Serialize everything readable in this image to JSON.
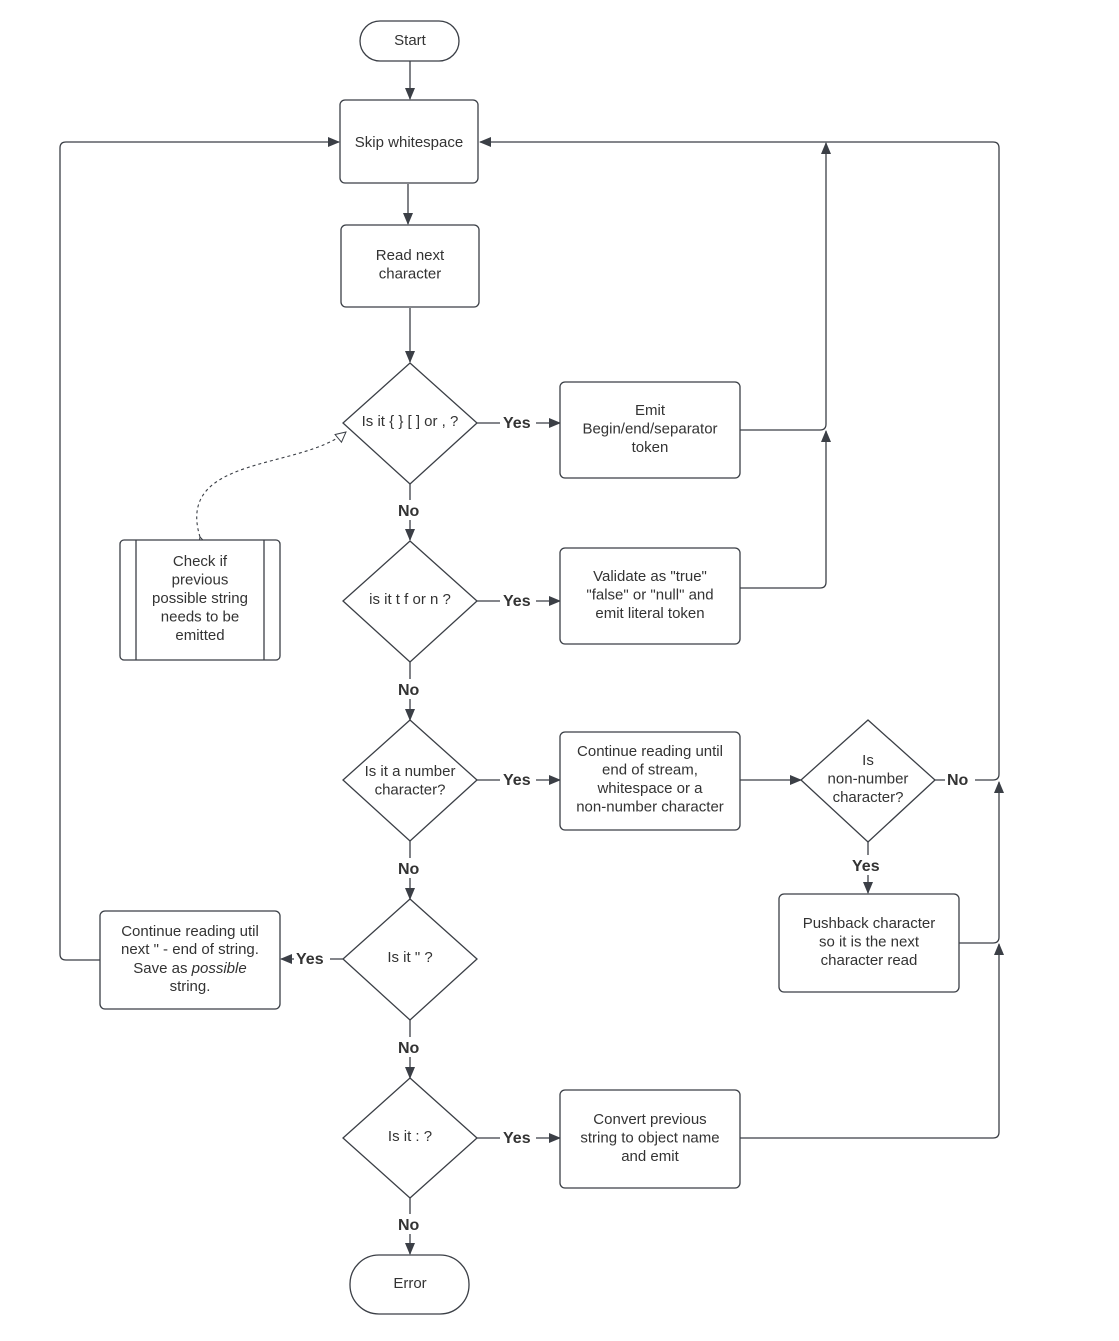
{
  "nodes": {
    "start": [
      "Start"
    ],
    "skip_whitespace": [
      "Skip whitespace"
    ],
    "read_next": [
      "Read next",
      "character"
    ],
    "is_structural": [
      "Is it { } [ ]  or , ?"
    ],
    "emit_token": [
      "Emit",
      "Begin/end/separator",
      "token"
    ],
    "check_string": [
      "Check if",
      "previous",
      "possible string",
      "needs to be",
      "emitted"
    ],
    "is_literal": [
      "is it t f or n ?"
    ],
    "validate_literal": [
      "Validate as \"true\"",
      "\"false\" or \"null\" and",
      "emit literal token"
    ],
    "is_number": [
      "Is it a number",
      "character?"
    ],
    "read_number": [
      "Continue reading until",
      "end of stream,",
      "whitespace or a",
      "non-number character"
    ],
    "is_non_number": [
      "Is",
      "non-number",
      "character?"
    ],
    "pushback": [
      "Pushback character",
      "so it is the next",
      "character read"
    ],
    "is_quote": [
      "Is it \" ?"
    ],
    "read_string": {
      "line1": "Continue reading util",
      "line2": "next \" - end of string.",
      "line3_before": "Save as ",
      "line3_emphasis": "possible",
      "line4": "string."
    },
    "is_colon": [
      "Is it : ?"
    ],
    "convert_name": [
      "Convert previous",
      "string to object name",
      "and emit"
    ],
    "error": [
      "Error"
    ]
  },
  "edge_labels": {
    "yes": "Yes",
    "no": "No"
  },
  "colors": {
    "stroke": "#3b3f46",
    "text": "#333333",
    "background": "#ffffff"
  }
}
